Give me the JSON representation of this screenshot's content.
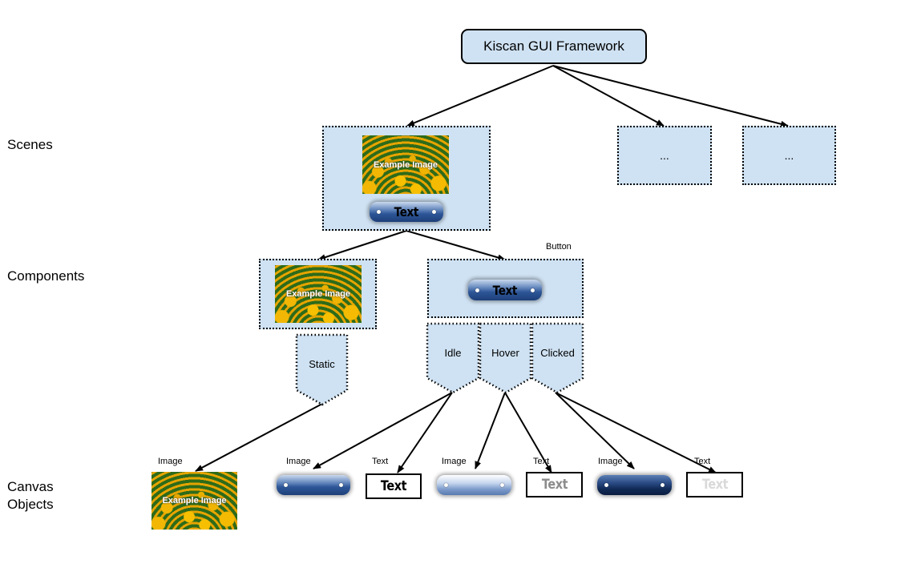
{
  "root": {
    "label": "Kiscan GUI Framework"
  },
  "rows": {
    "scenes": "Scenes",
    "components": "Components",
    "canvas_line1": "Canvas",
    "canvas_line2": "Objects"
  },
  "scenes": {
    "placeholder_1": "...",
    "placeholder_2": "..."
  },
  "example_image_caption": "Example Image",
  "button_text": "Text",
  "button_label": "Button",
  "states": {
    "static": "Static",
    "idle": "Idle",
    "hover": "Hover",
    "clicked": "Clicked"
  },
  "canvas_labels": {
    "image": "Image",
    "text": "Text"
  },
  "colors": {
    "box_fill": "#cfe2f3",
    "text_idle": "#000000",
    "text_hover": "#8c8c8c",
    "text_clicked": "#d9d9d9"
  }
}
